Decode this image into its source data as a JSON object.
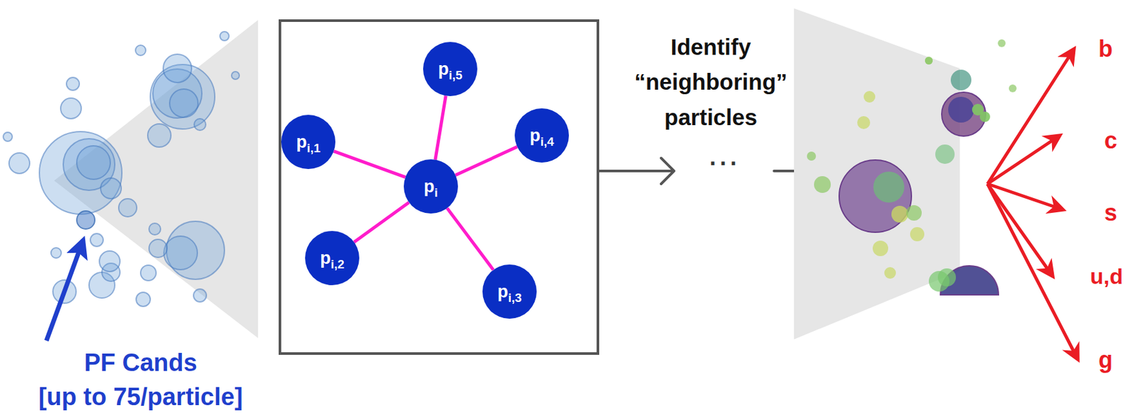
{
  "diagram": {
    "nodes": [
      {
        "text": [
          "p",
          "i,5"
        ]
      },
      {
        "text": [
          "p",
          "i,1"
        ]
      },
      {
        "text": [
          "p",
          "i,4"
        ]
      },
      {
        "text": [
          "p",
          "i"
        ]
      },
      {
        "text": [
          "p",
          "i,2"
        ]
      },
      {
        "text": [
          "p",
          "i,3"
        ]
      }
    ],
    "edges": [
      {
        "from": 3,
        "to": 0,
        "arrow": "none"
      },
      {
        "from": 3,
        "to": 1,
        "arrow": "none"
      },
      {
        "from": 3,
        "to": 2,
        "arrow": "none"
      },
      {
        "from": 3,
        "to": 4,
        "arrow": "none"
      },
      {
        "from": 3,
        "to": 5,
        "arrow": "none"
      }
    ],
    "labels": [
      "PF Cands",
      "[up to 75/particle]",
      "Identify “neighboring” particles",
      "...",
      "b",
      "c",
      "s",
      "u,d",
      "g"
    ]
  }
}
